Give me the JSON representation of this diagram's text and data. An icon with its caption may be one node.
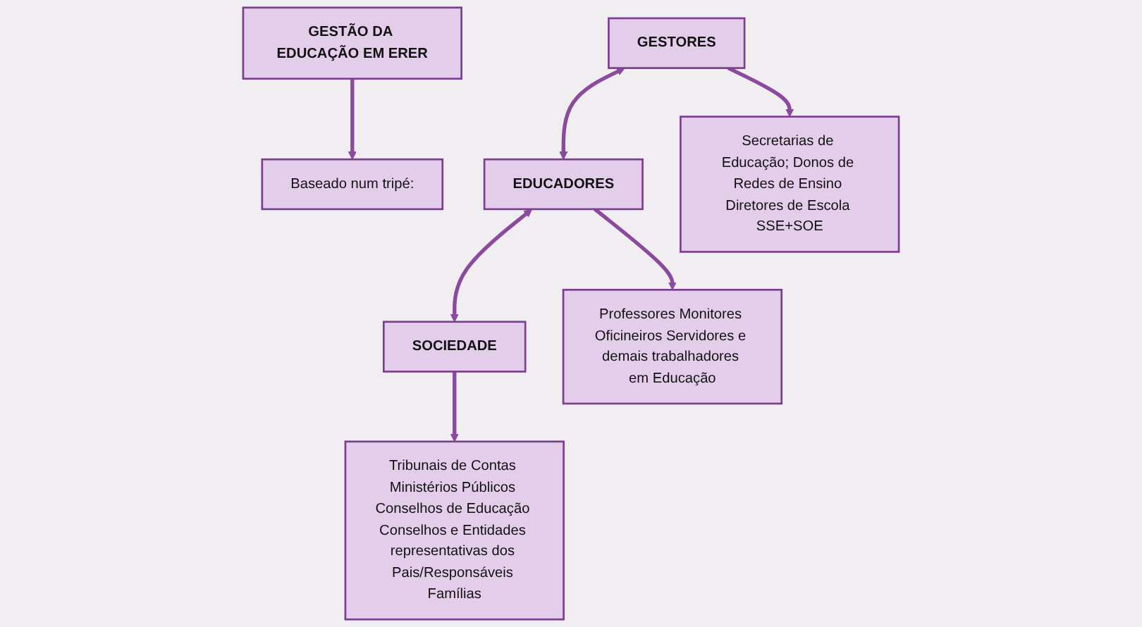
{
  "diagram": {
    "nodes": [
      {
        "text": [
          "GESTÃO DA EDUCAÇÃO EM ERER"
        ]
      },
      {
        "text": [
          "Baseado num tripé:"
        ]
      },
      {
        "text": [
          "GESTORES"
        ]
      },
      {
        "text": [
          "EDUCADORES"
        ]
      },
      {
        "text": [
          "SOCIEDADE"
        ]
      },
      {
        "text": [
          "Secretarias de Educação; Donos de Redes de Ensino Diretores de Escola SSE+SOE"
        ]
      },
      {
        "text": [
          "Professores Monitores Oficineiros Servidores e demais trabalhadores em Educação"
        ]
      },
      {
        "text": [
          "Tribunais de Contas Ministérios Públicos Conselhos de Educação Conselhos e Entidades representativas dos Pais/Responsáveis Famílias"
        ]
      }
    ],
    "edges": [
      {
        "from": 0,
        "to": 1,
        "arrow": "to"
      },
      {
        "from": 2,
        "to": 3,
        "arrow": "both"
      },
      {
        "from": 3,
        "to": 4,
        "arrow": "both"
      },
      {
        "from": 2,
        "to": 5,
        "arrow": "to"
      },
      {
        "from": 3,
        "to": 6,
        "arrow": "to"
      },
      {
        "from": 4,
        "to": 7,
        "arrow": "to"
      }
    ]
  }
}
